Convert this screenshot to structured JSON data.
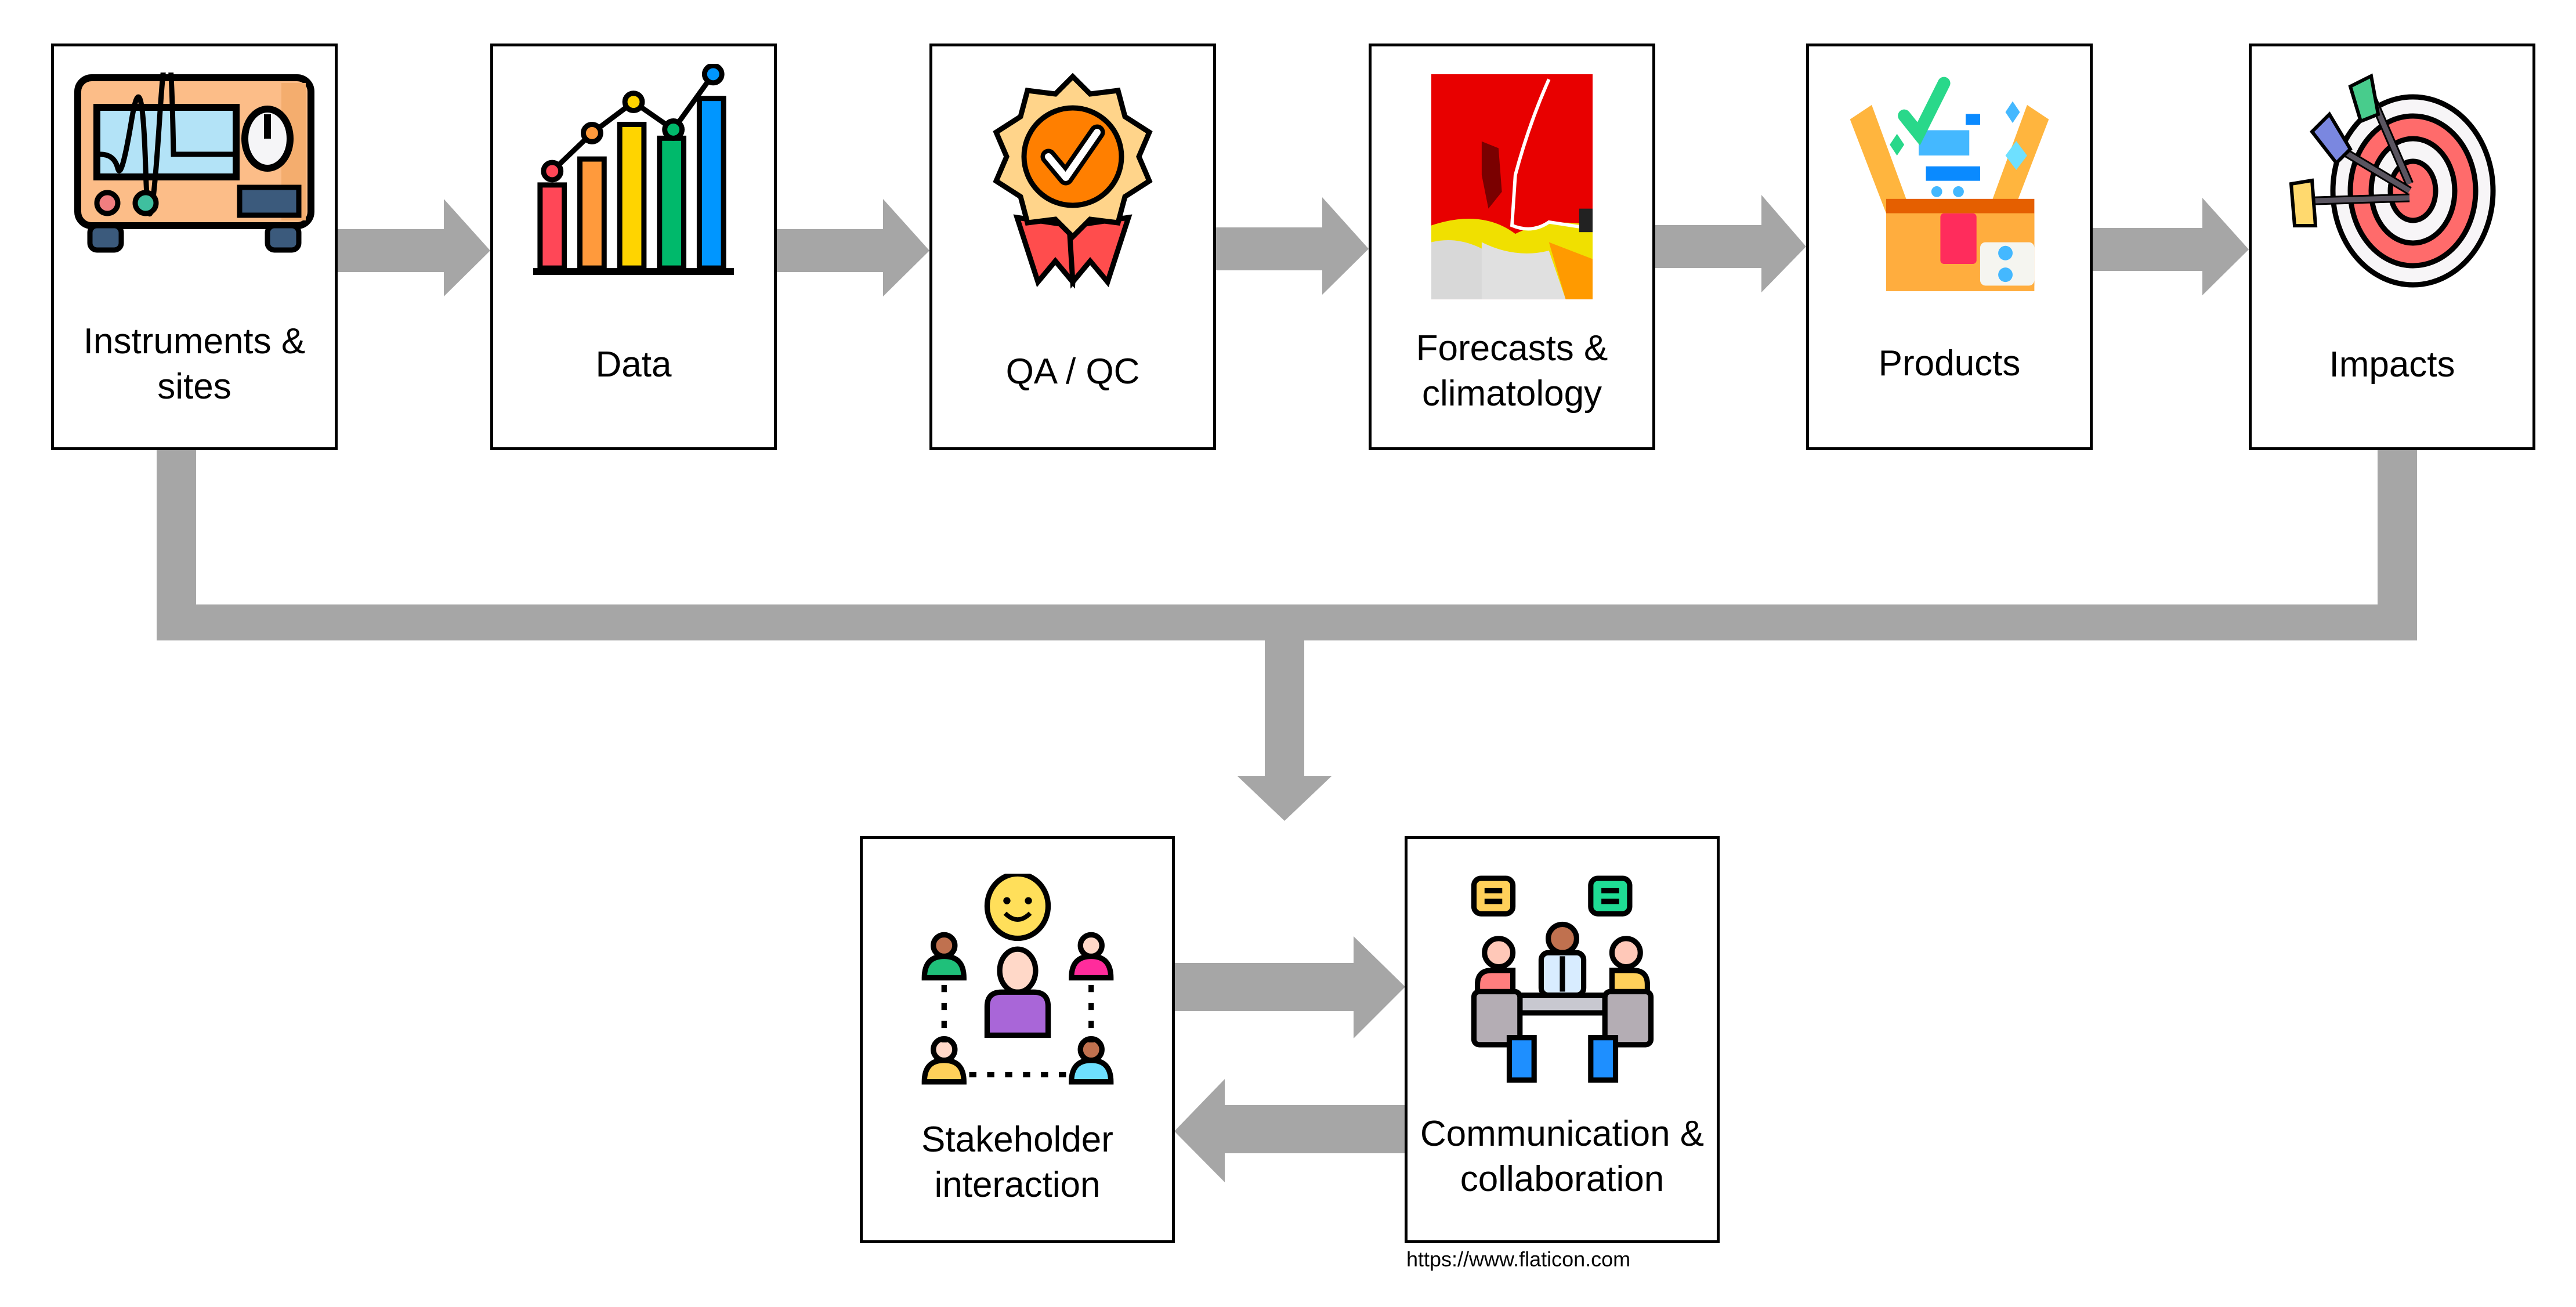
{
  "diagram": {
    "type": "workflow",
    "connector_color": "#a6a6a6",
    "pipeline": [
      {
        "id": "instruments",
        "label_line1": "Instruments &",
        "label_line2": "sites",
        "icon": "oscilloscope-instrument-icon"
      },
      {
        "id": "data",
        "label_line1": "Data",
        "label_line2": "",
        "icon": "bar-line-chart-icon"
      },
      {
        "id": "qaqc",
        "label_line1": "QA / QC",
        "label_line2": "",
        "icon": "quality-badge-check-icon"
      },
      {
        "id": "forecasts",
        "label_line1": "Forecasts &",
        "label_line2": "climatology",
        "icon": "forecast-map-icon"
      },
      {
        "id": "products",
        "label_line1": "Products",
        "label_line2": "",
        "icon": "product-box-icon"
      },
      {
        "id": "impacts",
        "label_line1": "Impacts",
        "label_line2": "",
        "icon": "target-arrows-icon"
      }
    ],
    "feedback": [
      {
        "id": "stakeholder",
        "label_line1": "Stakeholder",
        "label_line2": "interaction",
        "icon": "stakeholder-network-icon"
      },
      {
        "id": "communication",
        "label_line1": "Communication &",
        "label_line2": "collaboration",
        "icon": "meeting-people-icon"
      }
    ],
    "edges": [
      {
        "from": "instruments",
        "to": "data"
      },
      {
        "from": "data",
        "to": "qaqc"
      },
      {
        "from": "qaqc",
        "to": "forecasts"
      },
      {
        "from": "forecasts",
        "to": "products"
      },
      {
        "from": "products",
        "to": "impacts"
      },
      {
        "from": "instruments+impacts",
        "to": "stakeholder/communication"
      },
      {
        "from": "stakeholder",
        "to": "communication"
      },
      {
        "from": "communication",
        "to": "stakeholder"
      }
    ],
    "credit": "https://www.flaticon.com"
  }
}
